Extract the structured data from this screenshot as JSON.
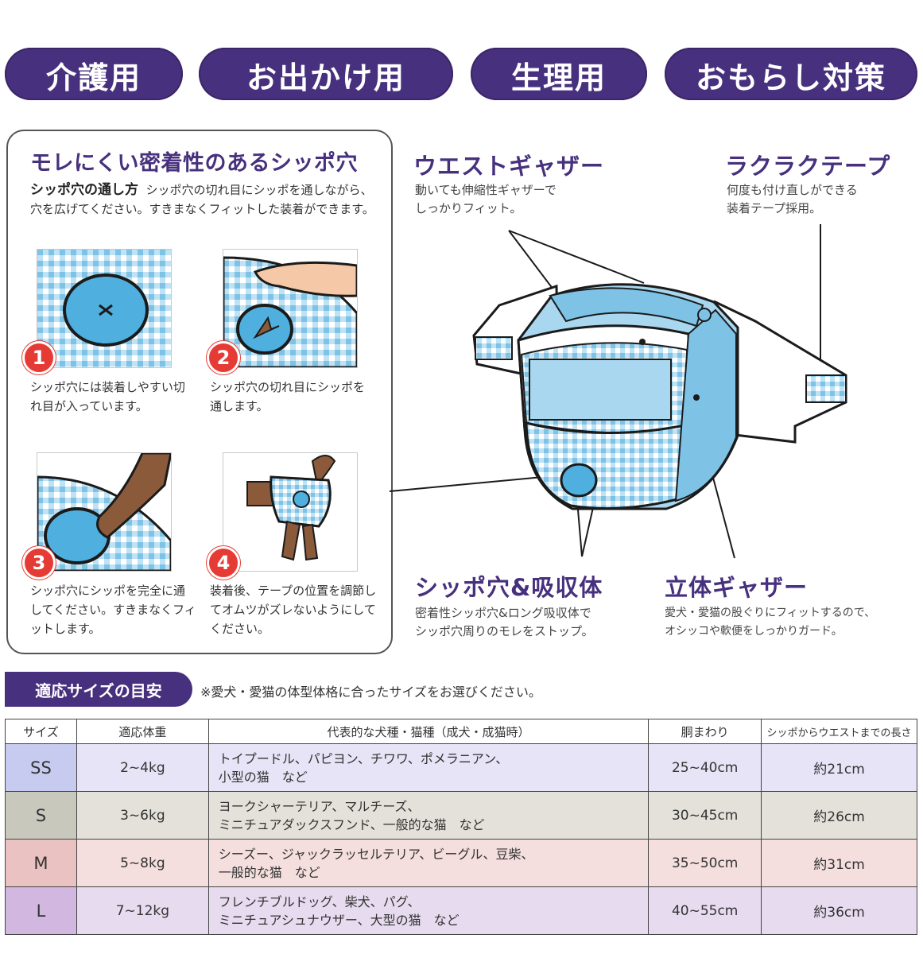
{
  "pills": [
    "介護用",
    "お出かけ用",
    "生理用",
    "おもらし対策"
  ],
  "howto": {
    "title": "モレにくい密着性のあるシッポ穴",
    "intro_head": "シッポ穴の通し方",
    "intro_body": "シッポ穴の切れ目にシッポを通しながら、穴を広げてください。すきまなくフィットした装着ができます。",
    "steps": [
      {
        "num": "1",
        "text": "シッポ穴には装着しやすい切れ目が入っています。"
      },
      {
        "num": "2",
        "text": "シッポ穴の切れ目にシッポを通します。"
      },
      {
        "num": "3",
        "text": "シッポ穴にシッポを完全に通してください。すきまなくフィットします。"
      },
      {
        "num": "4",
        "text": "装着後、テープの位置を調節してオムツがズレないようにしてください。"
      }
    ]
  },
  "features": {
    "waist": {
      "title": "ウエストギャザー",
      "desc1": "動いても伸縮性ギャザーで",
      "desc2": "しっかりフィット。"
    },
    "tape": {
      "title": "ラクラクテープ",
      "desc1": "何度も付け直しができる",
      "desc2": "装着テープ採用。"
    },
    "hole": {
      "title": "シッポ穴&吸収体",
      "desc1": "密着性シッポ穴&ロング吸収体で",
      "desc2": "シッポ穴周りのモレをストップ。"
    },
    "gather": {
      "title": "立体ギャザー",
      "desc1": "愛犬・愛猫の股ぐりにフィットするので、",
      "desc2": "オシッコや軟便をしっかりガード。"
    }
  },
  "sizes": {
    "header": "適応サイズの目安",
    "note": "※愛犬・愛猫の体型体格に合ったサイズをお選びください。",
    "columns": [
      "サイズ",
      "適応体重",
      "代表的な犬種・猫種（成犬・成猫時）",
      "胴まわり",
      "シッポからウエストまでの長さ"
    ],
    "rows": [
      {
        "size": "SS",
        "weight": "2~4kg",
        "breeds1": "トイプードル、パピヨン、チワワ、ポメラニアン、",
        "breeds2": "小型の猫　など",
        "waist": "25~40cm",
        "length": "約21cm"
      },
      {
        "size": "S",
        "weight": "3~6kg",
        "breeds1": "ヨークシャーテリア、マルチーズ、",
        "breeds2": "ミニチュアダックスフンド、一般的な猫　など",
        "waist": "30~45cm",
        "length": "約26cm"
      },
      {
        "size": "M",
        "weight": "5~8kg",
        "breeds1": "シーズー、ジャックラッセルテリア、ビーグル、豆柴、",
        "breeds2": "一般的な猫　など",
        "waist": "35~50cm",
        "length": "約31cm"
      },
      {
        "size": "L",
        "weight": "7~12kg",
        "breeds1": "フレンチブルドッグ、柴犬、パグ、",
        "breeds2": "ミニチュアシュナウザー、大型の猫　など",
        "waist": "40~55cm",
        "length": "約36cm"
      }
    ]
  },
  "colors": {
    "brand_purple": "#47307d",
    "step_red": "#e63b35",
    "diaper_blue": "#7ec3e6"
  }
}
